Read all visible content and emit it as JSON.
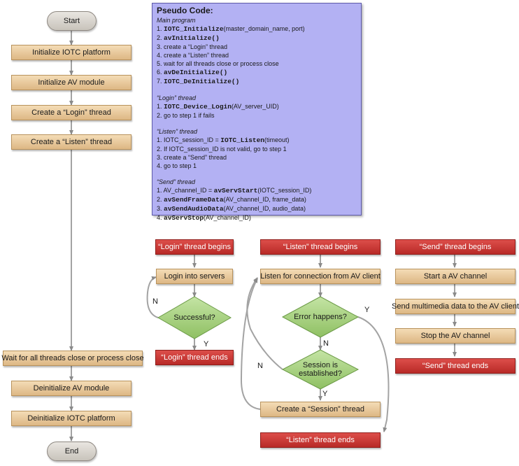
{
  "main_flow": {
    "start": "Start",
    "step1": "Initialize IOTC platform",
    "step2": "Initialize AV module",
    "step3": "Create a “Login” thread",
    "step4": "Create a “Listen” thread",
    "step5": "Wait for all threads close or process close",
    "step6": "Deinitialize AV module",
    "step7": "Deinitialize IOTC platform",
    "end": "End"
  },
  "pseudo_code": {
    "title": "Pseudo Code:",
    "main": {
      "header": "Main program",
      "lines": [
        [
          "1. ",
          "IOTC_Initialize",
          "(master_domain_name, port)"
        ],
        [
          "2. ",
          "avInitialize()",
          ""
        ],
        [
          "3. create a “Login” thread",
          "",
          ""
        ],
        [
          "4. create a “Listen” thread",
          "",
          ""
        ],
        [
          "5. wait for all threads close or process close",
          "",
          ""
        ],
        [
          "6. ",
          "avDeInitialize()",
          ""
        ],
        [
          "7. ",
          "IOTC_DeInitialize()",
          ""
        ]
      ]
    },
    "login": {
      "header": "“Login” thread",
      "lines": [
        [
          "1. ",
          "IOTC_Device_Login",
          "(AV_server_UID)"
        ],
        [
          "2. go to step 1 if fails",
          "",
          ""
        ]
      ]
    },
    "listen": {
      "header": "“Listen” thread",
      "lines": [
        [
          "1. IOTC_session_ID = ",
          "IOTC_Listen",
          "(timeout)"
        ],
        [
          "2. If IOTC_session_ID is not valid, go to step 1",
          "",
          ""
        ],
        [
          "3. create a “Send” thread",
          "",
          ""
        ],
        [
          "4. go to step 1",
          "",
          ""
        ]
      ]
    },
    "send": {
      "header": "“Send” thread",
      "lines": [
        [
          "1. AV_channel_ID = ",
          "avServStart",
          "(IOTC_session_ID)"
        ],
        [
          "2. ",
          "avSendFrameData",
          "(AV_channel_ID, frame_data)"
        ],
        [
          "3. ",
          "avSendAudioData",
          "(AV_channel_ID, audio_data)"
        ],
        [
          "4. ",
          "avServStop",
          "(AV_channel_ID)"
        ]
      ]
    }
  },
  "login_flow": {
    "begin": "“Login” thread begins",
    "login": "Login into servers",
    "decision": "Successful?",
    "no": "N",
    "yes": "Y",
    "end": "“Login” thread ends"
  },
  "listen_flow": {
    "begin": "“Listen” thread begins",
    "listen": "Listen for connection from AV client",
    "decision1": "Error happens?",
    "decision2": "Session is established?",
    "yes1": "Y",
    "no1": "N",
    "yes2": "Y",
    "no2": "N",
    "create": "Create a “Session” thread",
    "end": "“Listen” thread ends"
  },
  "send_flow": {
    "begin": "“Send” thread begins",
    "start": "Start a AV channel",
    "send": "Send multimedia data to the AV client",
    "stop": "Stop the AV channel",
    "end": "“Send” thread ends"
  },
  "colors": {
    "process_fill": "#e8c99c",
    "thread_red": "#c8322f",
    "decision_green": "#a3d07a",
    "pseudo_bg": "#b3b1f3",
    "connector": "#999999"
  }
}
